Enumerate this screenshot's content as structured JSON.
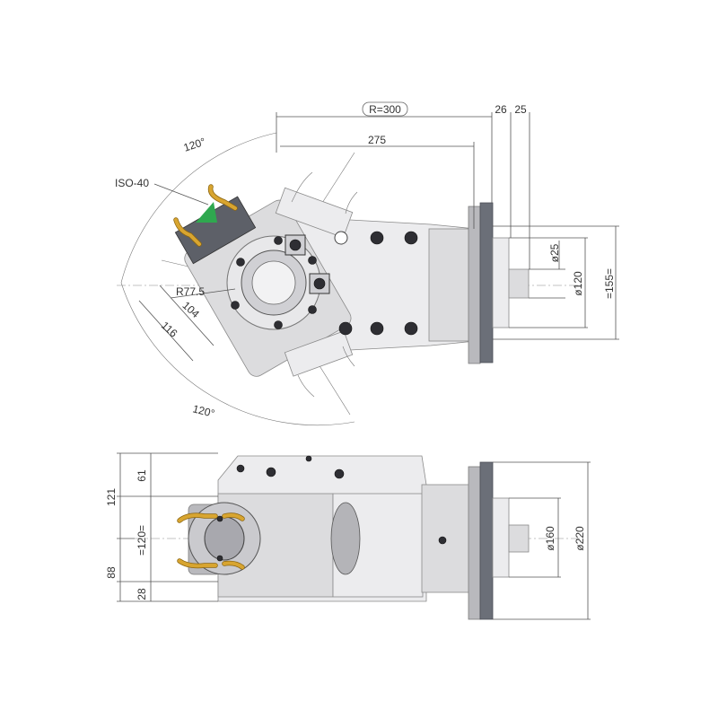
{
  "drawing": {
    "top_view": {
      "dim_radius": "R=300",
      "dim_26": "26",
      "dim_25_top": "25",
      "dim_275": "275",
      "angle_top": "120°",
      "angle_bottom": "120°",
      "tool_label": "ISO-40",
      "dim_r775": "R77.5",
      "dim_104": "104",
      "dim_116": "116",
      "dim_dia25": "ø25",
      "dim_dia120": "ø120",
      "dim_155": "=155="
    },
    "front_view": {
      "dim_121": "121",
      "dim_61": "61",
      "dim_120": "=120=",
      "dim_88": "88",
      "dim_28": "28",
      "dim_dia160": "ø160",
      "dim_dia220": "ø220"
    },
    "colors": {
      "body": "#dcdcde",
      "flange": "#6b6f78",
      "hose": "#d8a530",
      "arrow": "#2fa84f"
    }
  }
}
